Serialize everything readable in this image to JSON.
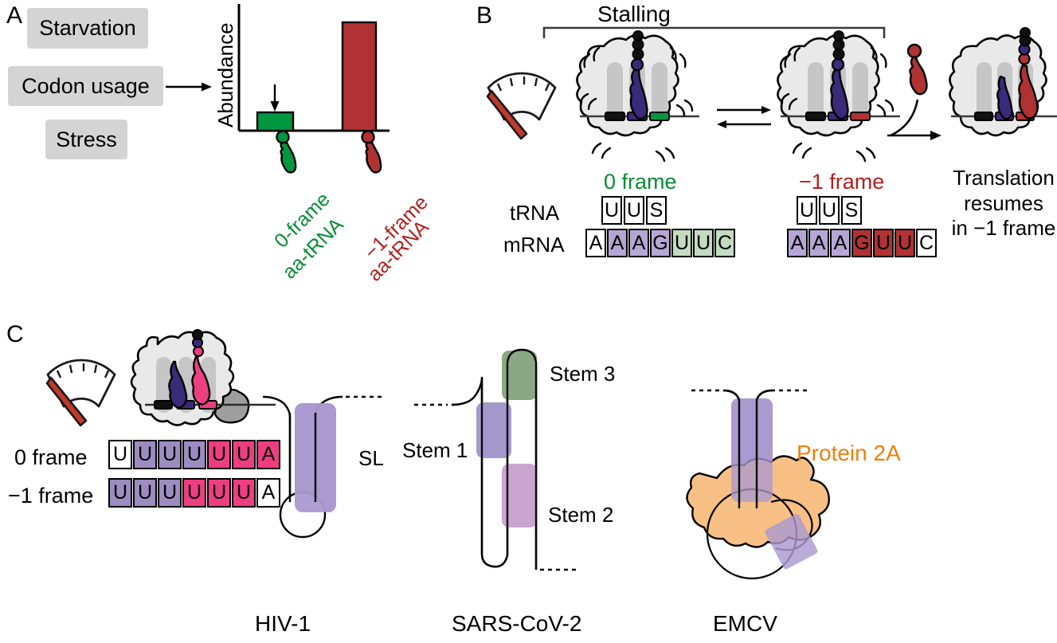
{
  "figure": {
    "panels": [
      "A",
      "B",
      "C"
    ],
    "colors": {
      "green": "#00963f",
      "dark_green_text": "#0a8a35",
      "red": "#b03232",
      "dark_red_text": "#b02020",
      "purple_tRNA": "#3b2a7a",
      "purple_box": "#b6a6d4",
      "light_purple_box": "#c9a9d1",
      "green_box": "#c3dcc0",
      "pink": "#ee3e82",
      "orange": "#f5b869",
      "orange_text": "#f07f09",
      "grey_box": "#d4d4d4",
      "ribosome_light": "#e8e8e8",
      "ribosome_dark": "#c4c4c4",
      "stem3_green": "#8aa881",
      "stem1_purple": "#a598cc",
      "stem2_purple": "#c9a5cf"
    }
  },
  "panelA": {
    "letter": "A",
    "inputs": [
      "Starvation",
      "Codon usage",
      "Stress"
    ],
    "arrow": "right-arrow",
    "chart_data": {
      "type": "bar",
      "title": "",
      "ylabel": "Abundance",
      "xlabel": "",
      "categories": [
        "0-frame aa-tRNA",
        "-1-frame aa-tRNA"
      ],
      "values": [
        14,
        88
      ],
      "ylim": [
        0,
        100
      ],
      "grid": false,
      "legend": "none",
      "bar_colors": [
        "#00963f",
        "#b03232"
      ],
      "annotations": [
        {
          "text": "down-arrow",
          "target": "0-frame aa-tRNA",
          "meaning": "decreased"
        }
      ]
    },
    "xlabels": [
      {
        "line1": "0-frame",
        "line2": "aa-tRNA",
        "color": "#0a8a35"
      },
      {
        "line1": "−1-frame",
        "line2": "aa-tRNA",
        "color": "#b02020"
      }
    ],
    "ylabel": "Abundance"
  },
  "panelB": {
    "letter": "B",
    "bracket_label": "Stalling",
    "gauge": "slow-speed-gauge-icon",
    "states": [
      {
        "frame_label": "0 frame",
        "frame_color": "#0a8a35",
        "tRNA_label": "tRNA",
        "mRNA_label": "mRNA",
        "tRNA_codons": [
          {
            "letter": "U",
            "fill": "#ffffff"
          },
          {
            "letter": "U",
            "fill": "#ffffff"
          },
          {
            "letter": "S",
            "fill": "#ffffff"
          }
        ],
        "mRNA_codons": [
          {
            "letter": "A",
            "fill": "#ffffff"
          },
          {
            "letter": "A",
            "fill": "#b6a6d4"
          },
          {
            "letter": "A",
            "fill": "#b6a6d4"
          },
          {
            "letter": "G",
            "fill": "#b6a6d4"
          },
          {
            "letter": "U",
            "fill": "#c3dcc0"
          },
          {
            "letter": "U",
            "fill": "#c3dcc0"
          },
          {
            "letter": "C",
            "fill": "#c3dcc0"
          }
        ]
      },
      {
        "frame_label": "−1 frame",
        "frame_color": "#b02020",
        "tRNA_codons": [
          {
            "letter": "U",
            "fill": "#ffffff"
          },
          {
            "letter": "U",
            "fill": "#ffffff"
          },
          {
            "letter": "S",
            "fill": "#ffffff"
          }
        ],
        "mRNA_codons": [
          {
            "letter": "A",
            "fill": "#b6a6d4"
          },
          {
            "letter": "A",
            "fill": "#b6a6d4"
          },
          {
            "letter": "A",
            "fill": "#b6a6d4"
          },
          {
            "letter": "G",
            "fill": "#b03232"
          },
          {
            "letter": "U",
            "fill": "#b03232"
          },
          {
            "letter": "U",
            "fill": "#b03232"
          },
          {
            "letter": "C",
            "fill": "#ffffff"
          }
        ]
      }
    ],
    "equilibrium_arrow": "double-headed-equilibrium-arrow",
    "incoming_tRNA": "red-aa-tRNA",
    "resume_arrow": "curved-right-arrow",
    "outcome_text": "Translation\nresumes\nin −1 frame",
    "outcome_lines": [
      "Translation",
      "resumes",
      "in −1 frame"
    ]
  },
  "panelC": {
    "letter": "C",
    "gauge": "slow-speed-gauge-icon",
    "hiv": {
      "name": "HIV-1",
      "frame_rows": [
        {
          "label": "0 frame",
          "codons": [
            {
              "letter": "U",
              "fill": "#ffffff"
            },
            {
              "letter": "U",
              "fill": "#9c8cc0"
            },
            {
              "letter": "U",
              "fill": "#9c8cc0"
            },
            {
              "letter": "U",
              "fill": "#9c8cc0"
            },
            {
              "letter": "U",
              "fill": "#ee3e82"
            },
            {
              "letter": "U",
              "fill": "#ee3e82"
            },
            {
              "letter": "A",
              "fill": "#ee3e82"
            }
          ]
        },
        {
          "label": "−1 frame",
          "codons": [
            {
              "letter": "U",
              "fill": "#9c8cc0"
            },
            {
              "letter": "U",
              "fill": "#9c8cc0"
            },
            {
              "letter": "U",
              "fill": "#9c8cc0"
            },
            {
              "letter": "U",
              "fill": "#ee3e82"
            },
            {
              "letter": "U",
              "fill": "#ee3e82"
            },
            {
              "letter": "U",
              "fill": "#ee3e82"
            },
            {
              "letter": "A",
              "fill": "#ffffff"
            }
          ]
        }
      ],
      "structure_label": "SL"
    },
    "sars": {
      "name": "SARS-CoV-2",
      "stem_labels": [
        "Stem 1",
        "Stem 2",
        "Stem 3"
      ],
      "stem1": "Stem 1",
      "stem2": "Stem 2",
      "stem3": "Stem 3"
    },
    "emcv": {
      "name": "EMCV",
      "protein_label": "Protein 2A"
    }
  }
}
